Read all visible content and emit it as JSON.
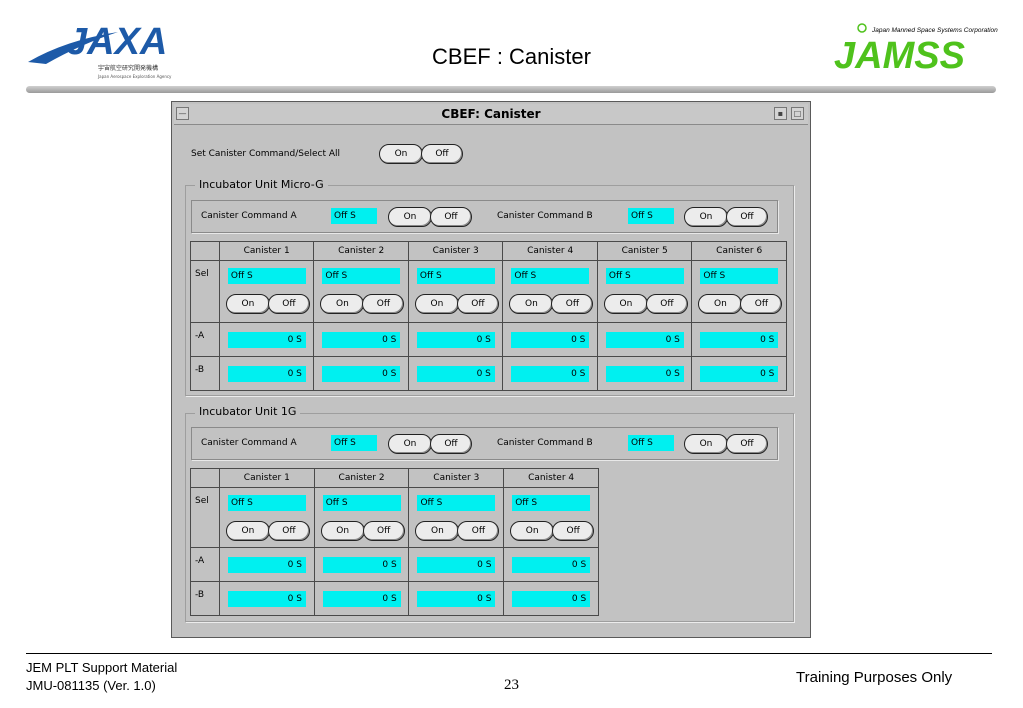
{
  "slide": {
    "title": "CBEF : Canister",
    "left_logo": {
      "text": "JAXA",
      "subtitle_jp": "宇宙航空研究開発機構",
      "subtitle_en": "Japan Aerospace Exploration Agency",
      "color": "#1d5aa8"
    },
    "right_logo": {
      "text": "JAMSS",
      "tagline": "Japan Manned Space Systems Corporation",
      "color": "#4fc21c"
    },
    "footer": {
      "left_line1": "JEM PLT Support Material",
      "left_line2": "JMU-081135 (Ver. 1.0)",
      "page_number": "23",
      "right": "Training Purposes Only"
    }
  },
  "window": {
    "title": "CBEF:  Canister",
    "minimize_symbol": "—",
    "select_all": {
      "label": "Set Canister Command/Select All",
      "on": "On",
      "off": "Off"
    },
    "micro_g": {
      "group_title": "Incubator Unit Micro-G",
      "command_a": {
        "label": "Canister Command A",
        "value": "Off S",
        "on": "On",
        "off": "Off"
      },
      "command_b": {
        "label": "Canister Command B",
        "value": "Off S",
        "on": "On",
        "off": "Off"
      },
      "row_labels": {
        "sel": "Sel",
        "a": "-A",
        "b": "-B"
      },
      "canisters": [
        {
          "name": "Canister 1",
          "sel": "Off S",
          "on": "On",
          "off": "Off",
          "a": "0 S",
          "b": "0 S"
        },
        {
          "name": "Canister 2",
          "sel": "Off S",
          "on": "On",
          "off": "Off",
          "a": "0 S",
          "b": "0 S"
        },
        {
          "name": "Canister 3",
          "sel": "Off S",
          "on": "On",
          "off": "Off",
          "a": "0 S",
          "b": "0 S"
        },
        {
          "name": "Canister 4",
          "sel": "Off S",
          "on": "On",
          "off": "Off",
          "a": "0 S",
          "b": "0 S"
        },
        {
          "name": "Canister 5",
          "sel": "Off S",
          "on": "On",
          "off": "Off",
          "a": "0 S",
          "b": "0 S"
        },
        {
          "name": "Canister 6",
          "sel": "Off S",
          "on": "On",
          "off": "Off",
          "a": "0 S",
          "b": "0 S"
        }
      ]
    },
    "one_g": {
      "group_title": "Incubator Unit 1G",
      "command_a": {
        "label": "Canister Command A",
        "value": "Off S",
        "on": "On",
        "off": "Off"
      },
      "command_b": {
        "label": "Canister Command B",
        "value": "Off S",
        "on": "On",
        "off": "Off"
      },
      "row_labels": {
        "sel": "Sel",
        "a": "-A",
        "b": "-B"
      },
      "canisters": [
        {
          "name": "Canister 1",
          "sel": "Off S",
          "on": "On",
          "off": "Off",
          "a": "0 S",
          "b": "0 S"
        },
        {
          "name": "Canister 2",
          "sel": "Off S",
          "on": "On",
          "off": "Off",
          "a": "0 S",
          "b": "0 S"
        },
        {
          "name": "Canister 3",
          "sel": "Off S",
          "on": "On",
          "off": "Off",
          "a": "0 S",
          "b": "0 S"
        },
        {
          "name": "Canister 4",
          "sel": "Off S",
          "on": "On",
          "off": "Off",
          "a": "0 S",
          "b": "0 S"
        }
      ]
    }
  },
  "colors": {
    "field": "#00f0f0",
    "window": "#c2c2c2"
  }
}
